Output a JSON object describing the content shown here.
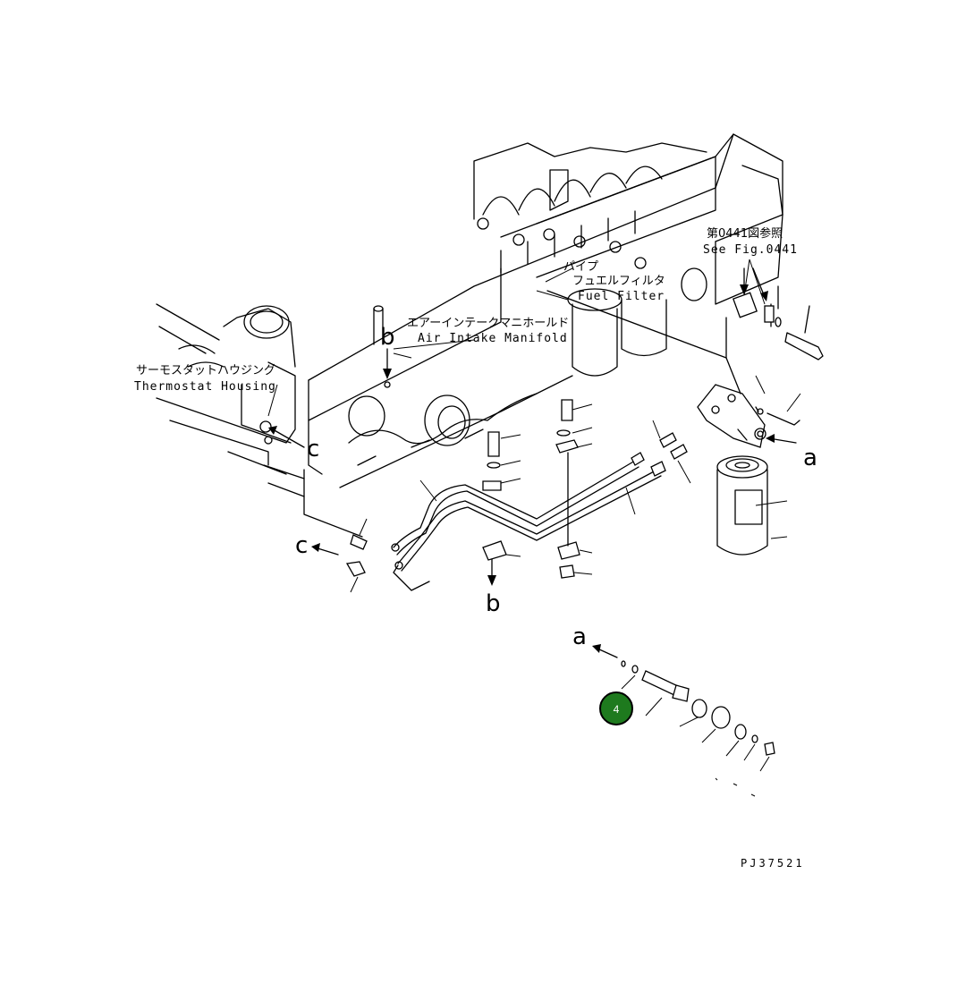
{
  "labels": {
    "see_fig_jp": "第0441図参照",
    "see_fig_en": "See Fig.0441",
    "fuel_filter_jp": "フュエルフィルタ",
    "fuel_filter_en": "Fuel Filter",
    "air_intake_jp": "エアーインテークマニホールド",
    "air_intake_en": "Air Intake Manifold",
    "thermostat_jp": "サーモスタットハウジング",
    "thermostat_en": "Thermostat Housing",
    "pipe_jp": "パイプ"
  },
  "view_letters": {
    "a1": "a",
    "a2": "a",
    "b1": "b",
    "b2": "b",
    "c1": "c",
    "c2": "c"
  },
  "callout": {
    "number": "4",
    "color": "#1e7a1e"
  },
  "drawing_code": "PJ37521"
}
